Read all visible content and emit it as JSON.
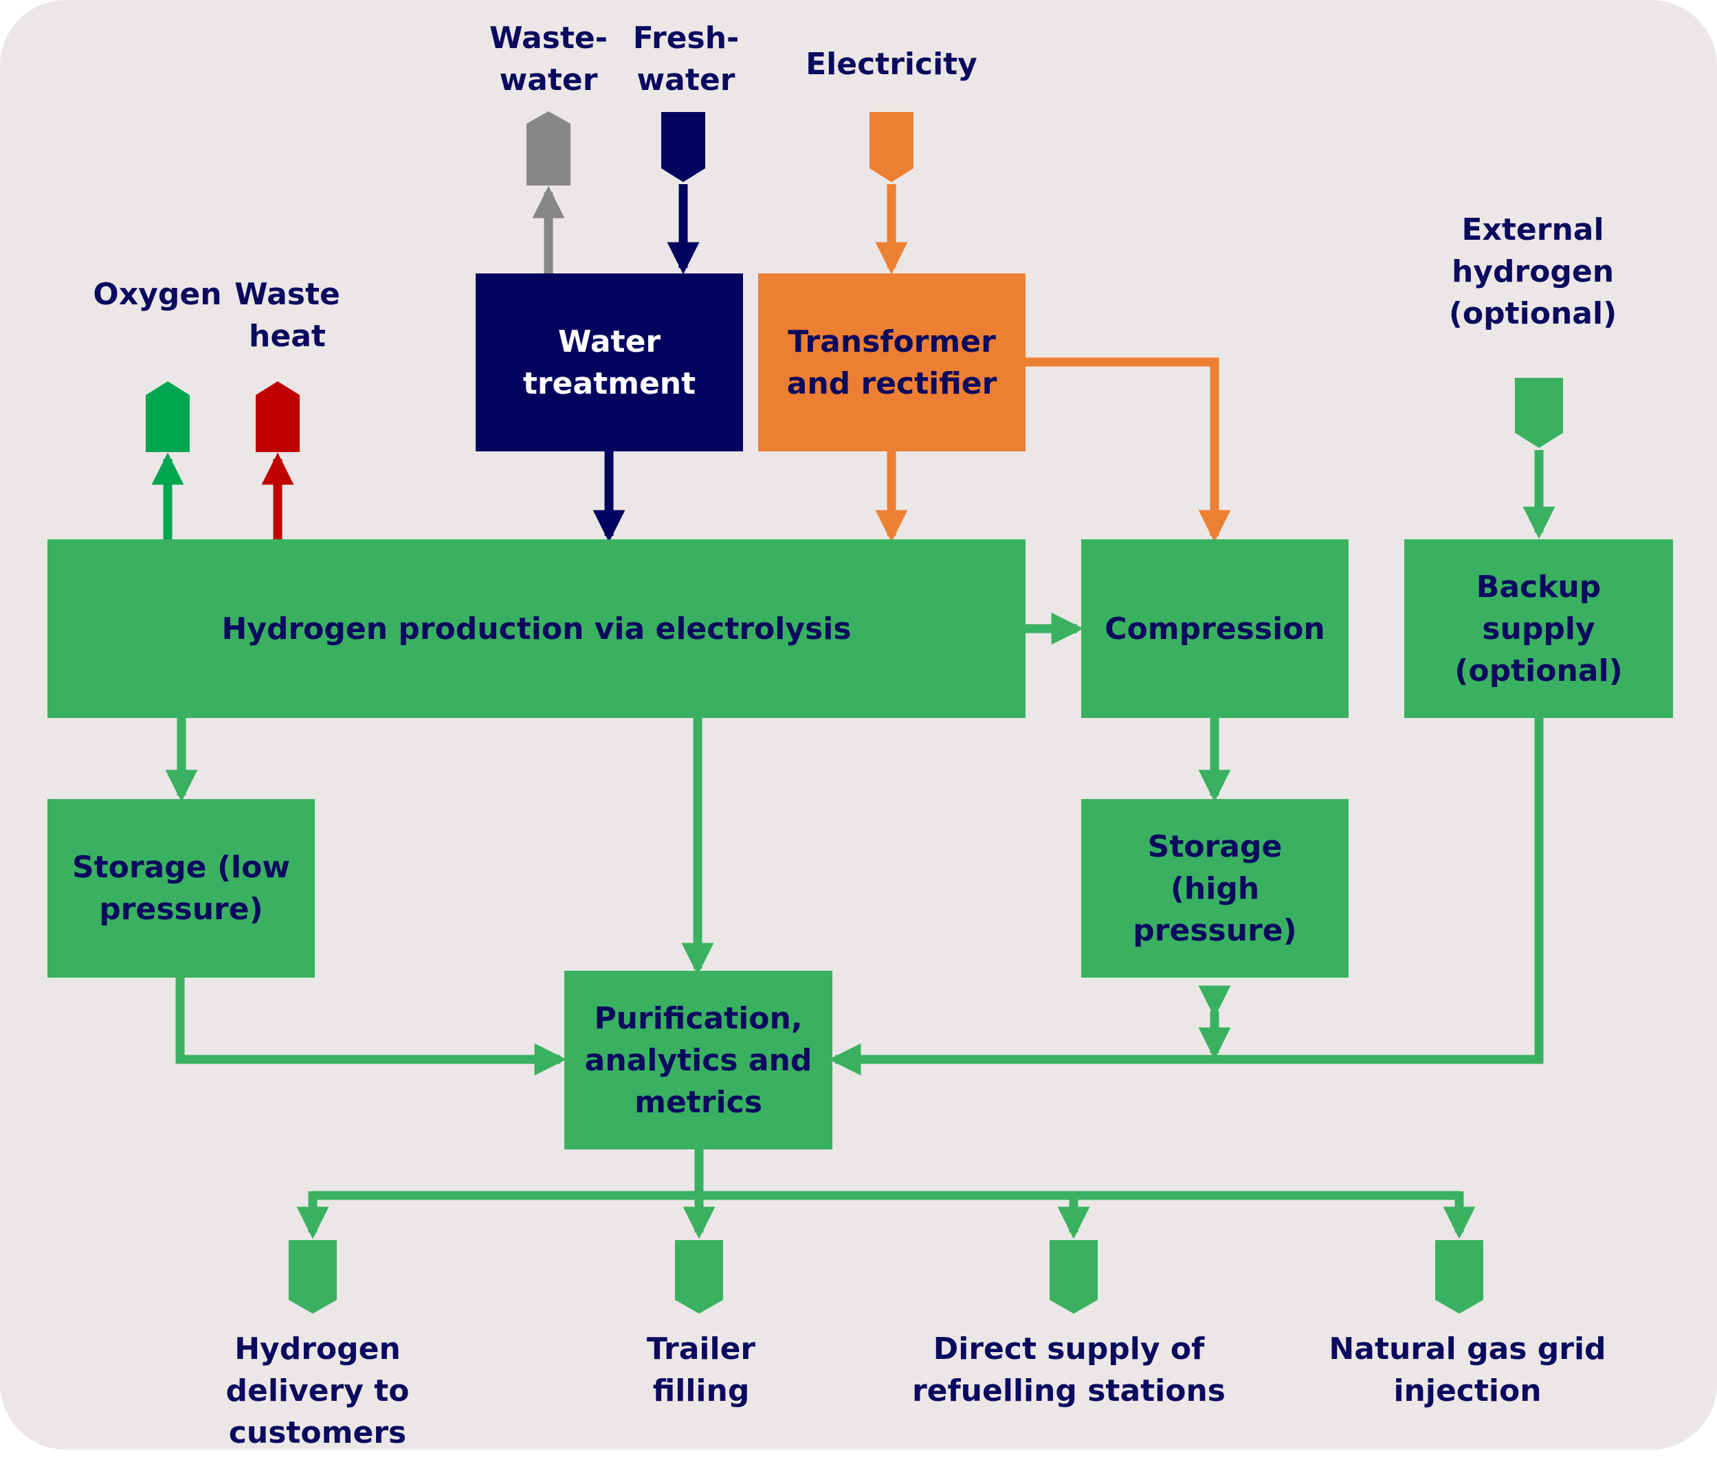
{
  "colors": {
    "background": "#ebe7e6",
    "green": "#39b161",
    "navy": "#03035f",
    "orange": "#ed7f33",
    "grey": "#878787",
    "oxygen_green": "#00a650",
    "red": "#c00000",
    "text": "#0b0a5f"
  },
  "inputs": {
    "wastewater": "Waste-\nwater",
    "freshwater": "Fresh-\nwater",
    "electricity": "Electricity",
    "external_hydrogen": "External\nhydrogen\n(optional)"
  },
  "byproducts": {
    "oxygen": "Oxygen",
    "waste_heat": "Waste\nheat"
  },
  "processes": {
    "water_treatment": "Water\ntreatment",
    "transformer": "Transformer\nand rectifier",
    "electrolysis": "Hydrogen production via electrolysis",
    "compression": "Compression",
    "backup": "Backup\nsupply\n(optional)",
    "storage_low": "Storage (low\npressure)",
    "storage_high": "Storage\n(high\npressure)",
    "purification": "Purification,\nanalytics and\nmetrics"
  },
  "outputs": {
    "delivery": "Hydrogen\ndelivery to\ncustomers",
    "trailer": "Trailer\nfilling",
    "refuelling": "Direct supply of\nrefuelling stations",
    "grid": "Natural gas grid\ninjection"
  }
}
